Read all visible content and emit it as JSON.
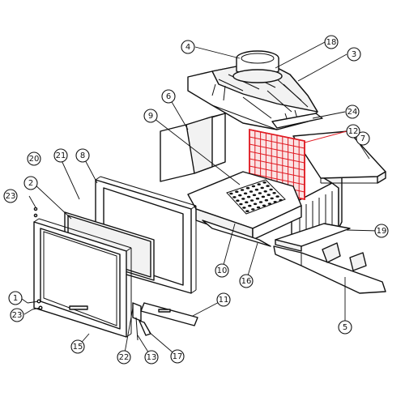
{
  "diagram": {
    "highlight_color": "#e01a22",
    "line_color": "#111111",
    "callouts": [
      {
        "id": "c1",
        "label": "1",
        "highlighted": false
      },
      {
        "id": "c2",
        "label": "2",
        "highlighted": false
      },
      {
        "id": "c3",
        "label": "3",
        "highlighted": false
      },
      {
        "id": "c4",
        "label": "4",
        "highlighted": false
      },
      {
        "id": "c5",
        "label": "5",
        "highlighted": false
      },
      {
        "id": "c6",
        "label": "6",
        "highlighted": false
      },
      {
        "id": "c7",
        "label": "7",
        "highlighted": false
      },
      {
        "id": "c8",
        "label": "8",
        "highlighted": false
      },
      {
        "id": "c9",
        "label": "9",
        "highlighted": false
      },
      {
        "id": "c10",
        "label": "10",
        "highlighted": false
      },
      {
        "id": "c11",
        "label": "11",
        "highlighted": false
      },
      {
        "id": "c12",
        "label": "12",
        "highlighted": true
      },
      {
        "id": "c13",
        "label": "13",
        "highlighted": false
      },
      {
        "id": "c15",
        "label": "15",
        "highlighted": false
      },
      {
        "id": "c16",
        "label": "16",
        "highlighted": false
      },
      {
        "id": "c17",
        "label": "17",
        "highlighted": false
      },
      {
        "id": "c18",
        "label": "18",
        "highlighted": false
      },
      {
        "id": "c19",
        "label": "19",
        "highlighted": false
      },
      {
        "id": "c20",
        "label": "20",
        "highlighted": false
      },
      {
        "id": "c21",
        "label": "21",
        "highlighted": false
      },
      {
        "id": "c22",
        "label": "22",
        "highlighted": false
      },
      {
        "id": "c23a",
        "label": "23",
        "highlighted": false
      },
      {
        "id": "c23b",
        "label": "23",
        "highlighted": false
      },
      {
        "id": "c24",
        "label": "24",
        "highlighted": false
      }
    ]
  }
}
